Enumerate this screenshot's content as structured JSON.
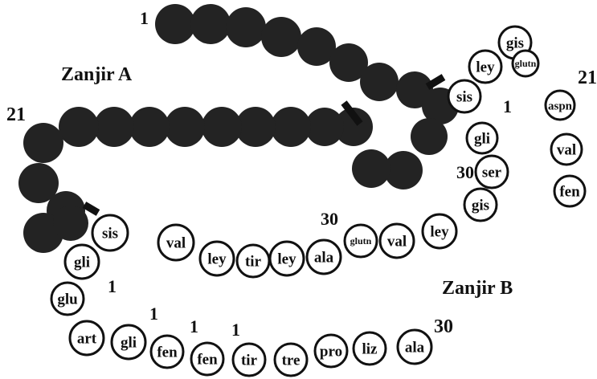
{
  "chain_a_title": "Zanjir A",
  "chain_b_title": "Zanjir B",
  "colors": {
    "dark_bead": "#232323",
    "light_bead": "#ffffff",
    "ink": "#111111"
  },
  "chain_a_residues": [
    "gis",
    "ley",
    "glutn",
    "sis",
    "aspn",
    "val",
    "fen"
  ],
  "chain_b_residues": [
    "gli",
    "ser",
    "gis",
    "ley",
    "val",
    "glutn",
    "ala",
    "ley",
    "tir",
    "ley",
    "val",
    "sis",
    "gli",
    "glu",
    "art",
    "gli",
    "fen",
    "fen",
    "tir",
    "tre",
    "pro",
    "liz",
    "ala"
  ],
  "numbers": {
    "top_start": "1",
    "a21_right": "21",
    "b1_right": "1",
    "b30_right": "30",
    "a21_left": "21",
    "b30_mid": "30",
    "b1_glu": "1",
    "b1_fen_a": "1",
    "b1_fen_b": "1",
    "b1_tir": "1",
    "b30_end": "30"
  }
}
